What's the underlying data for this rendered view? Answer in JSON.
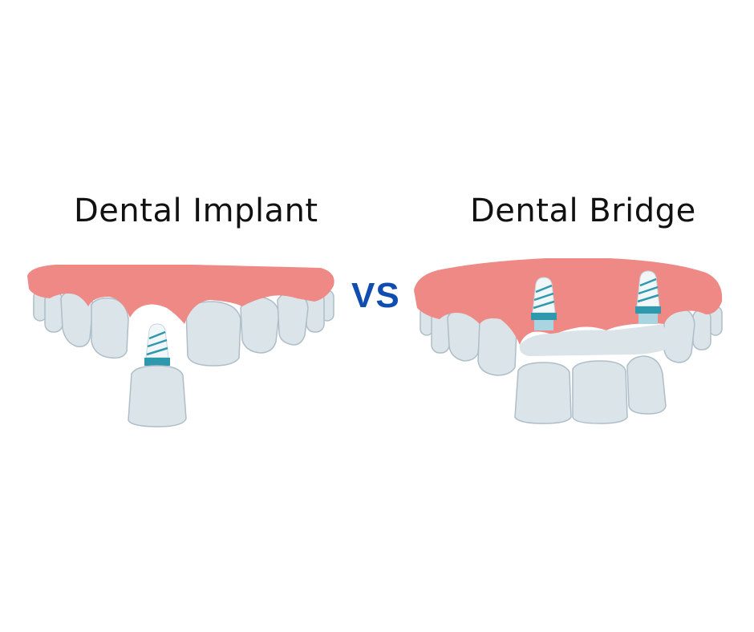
{
  "labels": {
    "left_title": "Dental Implant",
    "vs": "VS",
    "right_title": "Dental Bridge"
  },
  "colors": {
    "gum": "#ee8985",
    "tooth": "#dbe4e8",
    "tooth_outline": "#aebec8",
    "implant_screw": "#f1f6f8",
    "implant_thread": "#2e98ad",
    "implant_collar": "#2e98ad",
    "abutment": "#a9d4e0",
    "vs_text": "#0f4db0"
  },
  "icons": {
    "left_illustration": "dental-implant-illustration",
    "right_illustration": "dental-bridge-illustration"
  }
}
